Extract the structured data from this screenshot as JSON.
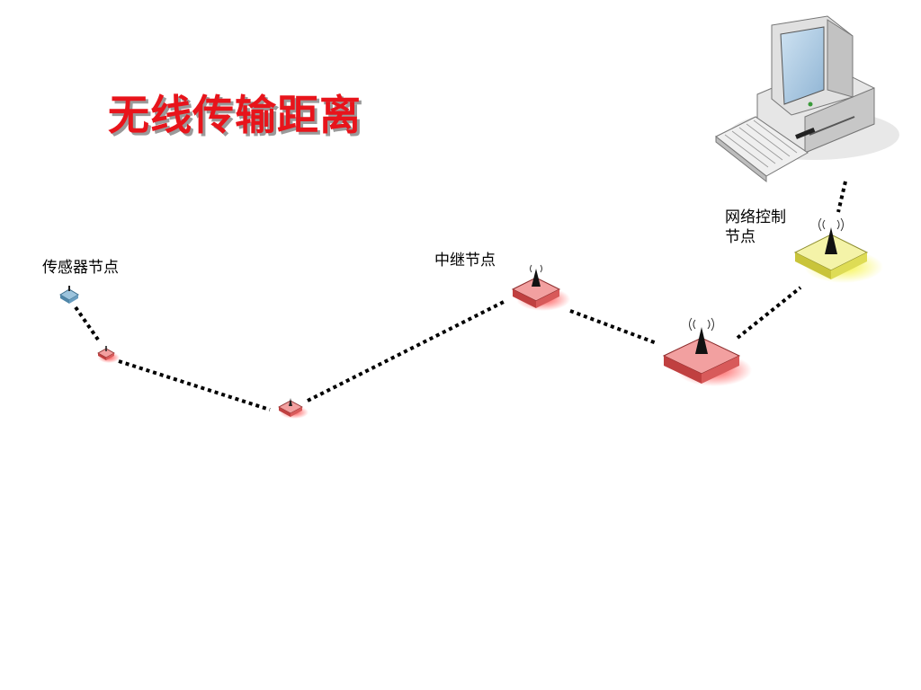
{
  "title": "无线传输距离",
  "labels": {
    "sensor_node": "传感器节点",
    "relay_node": "中继节点",
    "network_control_node_line1": "网络控制",
    "network_control_node_line2": "节点"
  },
  "colors": {
    "title": "#e8141b",
    "sensor_node": "#6fa8c9",
    "relay_node": "#e25a5a",
    "network_control_node": "#e6e04a",
    "link": "#000000"
  },
  "icons": [
    "computer-icon",
    "antenna-node-icon"
  ]
}
